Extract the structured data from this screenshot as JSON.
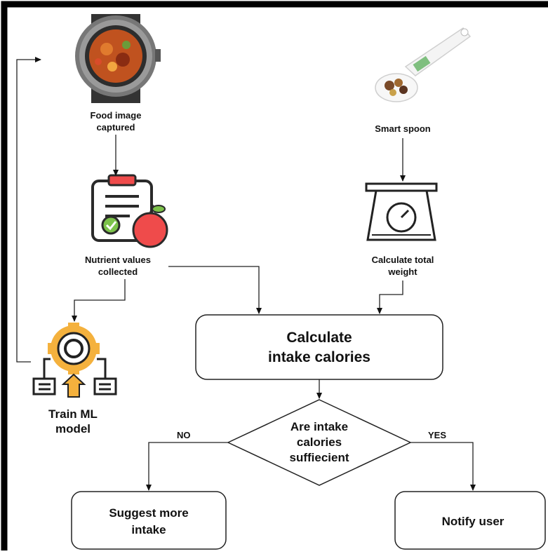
{
  "nodes": {
    "food_image": {
      "line1": "Food image",
      "line2": "captured"
    },
    "smart_spoon": {
      "label": "Smart spoon"
    },
    "nutrients": {
      "line1": "Nutrient values",
      "line2": "collected"
    },
    "total_weight": {
      "line1": "Calculate total",
      "line2": "weight"
    },
    "train_ml": {
      "line1": "Train ML",
      "line2": "model"
    },
    "calculate_calories": {
      "line1": "Calculate",
      "line2": "intake calories"
    },
    "decision": {
      "line1": "Are intake",
      "line2": "calories",
      "line3": "suffiecient"
    },
    "suggest_intake": {
      "line1": "Suggest more",
      "line2": "intake"
    },
    "notify_user": {
      "label": "Notify user"
    }
  },
  "edges": {
    "no_label": "NO",
    "yes_label": "YES"
  },
  "icons": {
    "watch": "smartwatch-food-icon",
    "spoon": "smart-spoon-icon",
    "clipboard": "clipboard-apple-icon",
    "scale": "kitchen-scale-icon",
    "gear": "gear-ml-icon"
  },
  "colors": {
    "frame": "#000000",
    "apple": "#ef4b4b",
    "gear": "#f4b13d",
    "check": "#7cc24a"
  }
}
